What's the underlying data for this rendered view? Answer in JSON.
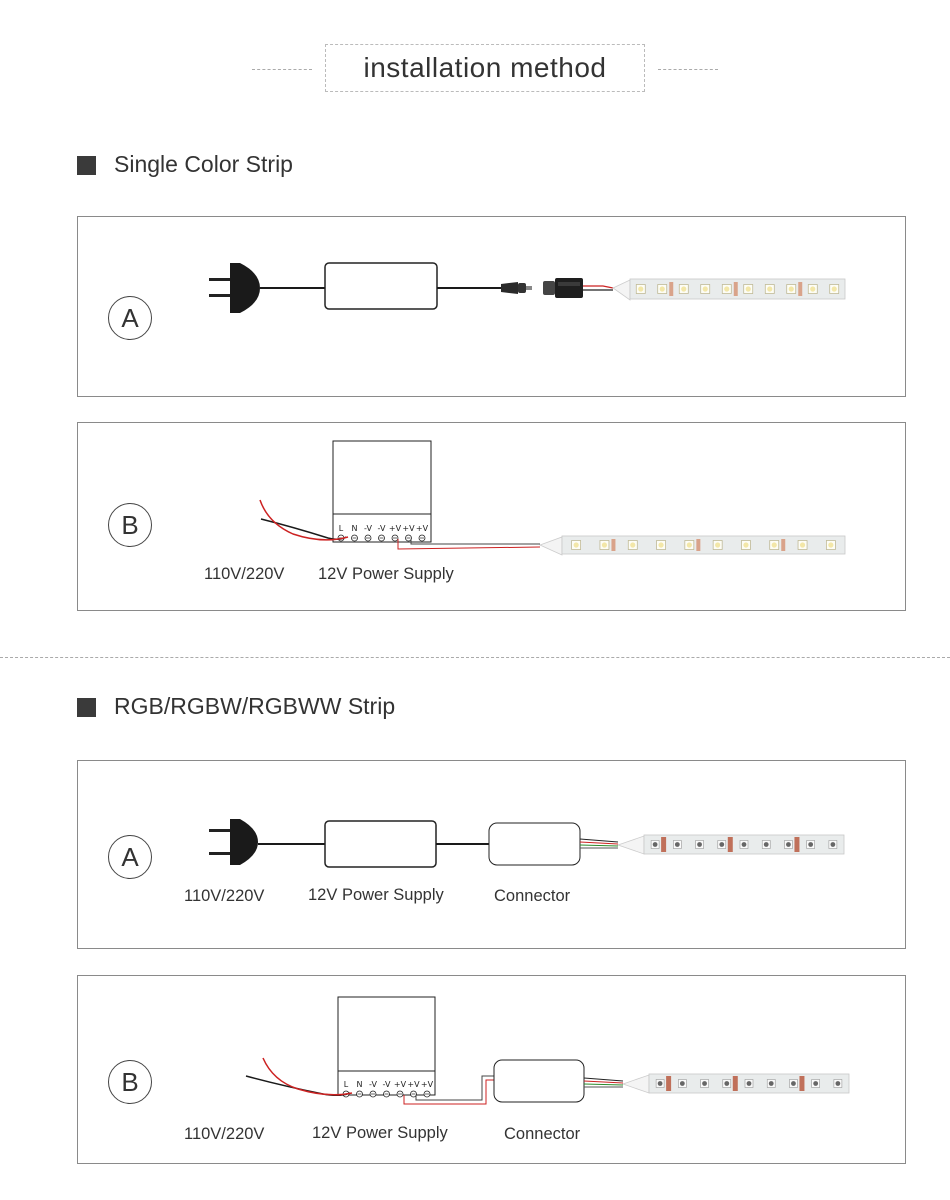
{
  "page_title": "installation method",
  "sections": [
    {
      "heading": "Single Color Strip",
      "diagrams": [
        {
          "badge": "A"
        },
        {
          "badge": "B",
          "mains_label": "110V/220V",
          "psu_label": "12V Power Supply"
        }
      ]
    },
    {
      "heading": "RGB/RGBW/RGBWW Strip",
      "diagrams": [
        {
          "badge": "A",
          "mains_label": "110V/220V",
          "psu_label": "12V Power Supply",
          "connector_label": "Connector"
        },
        {
          "badge": "B",
          "mains_label": "110V/220V",
          "psu_label": "12V Power Supply",
          "connector_label": "Connector"
        }
      ]
    }
  ],
  "terminal_labels": [
    "L",
    "N",
    "-V",
    "-V",
    "+V",
    "+V",
    "+V"
  ],
  "colors": {
    "strip_white": "#e9ecec",
    "wire_red": "#cc2222",
    "led_rgb": "#c0705a"
  }
}
